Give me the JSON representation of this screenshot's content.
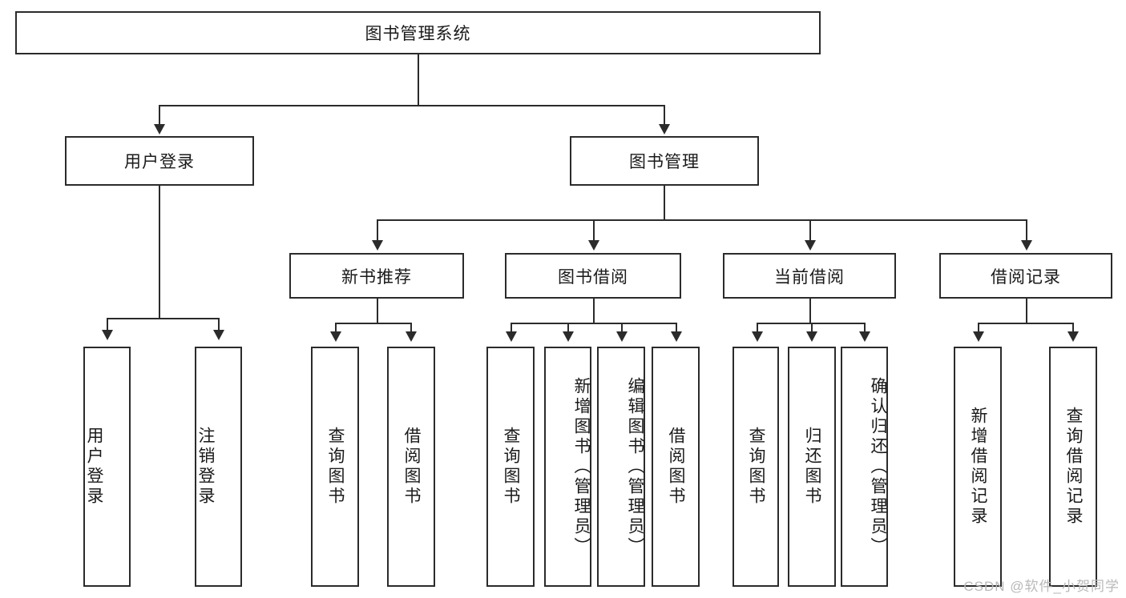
{
  "diagram": {
    "type": "tree-hierarchy",
    "root": {
      "label": "图书管理系统"
    },
    "level2": [
      {
        "label": "用户登录"
      },
      {
        "label": "图书管理"
      }
    ],
    "level3": [
      {
        "label": "新书推荐"
      },
      {
        "label": "图书借阅"
      },
      {
        "label": "当前借阅"
      },
      {
        "label": "借阅记录"
      }
    ],
    "leaves": {
      "user_login": [
        {
          "label": "用户登录"
        },
        {
          "label": "注销登录"
        }
      ],
      "new_book_recommend": [
        {
          "label": "查询图书"
        },
        {
          "label": "借阅图书"
        }
      ],
      "book_borrow": [
        {
          "label": "查询图书"
        },
        {
          "label": "新增图书（管理员）"
        },
        {
          "label": "编辑图书（管理员）"
        },
        {
          "label": "借阅图书"
        }
      ],
      "current_borrow": [
        {
          "label": "查询图书"
        },
        {
          "label": "归还图书"
        },
        {
          "label": "确认归还（管理员）"
        }
      ],
      "borrow_record": [
        {
          "label": "新增借阅记录"
        },
        {
          "label": "查询借阅记录"
        }
      ]
    }
  },
  "watermark": {
    "text": "CSDN @软件_小贺同学"
  },
  "colors": {
    "stroke": "#2b2b2b",
    "background": "#ffffff",
    "text": "#1a1a1a",
    "watermark": "#b9b9b9"
  }
}
